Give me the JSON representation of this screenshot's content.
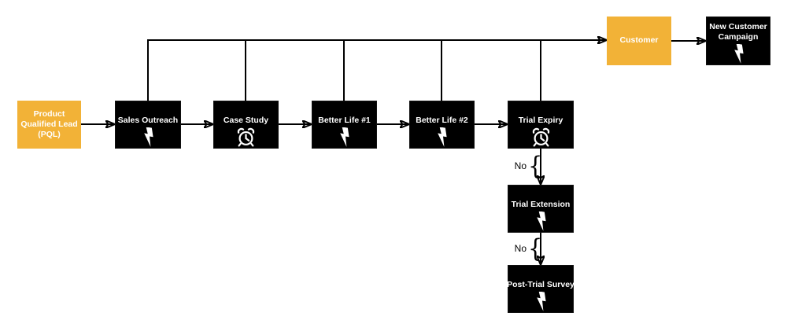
{
  "diagram": {
    "type": "flowchart",
    "background": "#ffffff",
    "colors": {
      "node_yellow": "#F2B237",
      "node_black": "#000000",
      "node_text": "#FFFFFF",
      "connector": "#000000",
      "edge_label_text": "#000000"
    },
    "nodes": [
      {
        "id": "product-qualified-lead",
        "label": "Product Qualified Lead (PQL)",
        "shape": "rectangle",
        "fill": "yellow",
        "icon": "none"
      },
      {
        "id": "sales-outreach",
        "label": "Sales Outreach",
        "shape": "rectangle",
        "fill": "black",
        "icon": "lightning"
      },
      {
        "id": "case-study",
        "label": "Case Study",
        "shape": "rectangle",
        "fill": "black",
        "icon": "alarm-clock"
      },
      {
        "id": "better-life-1",
        "label": "Better Life #1",
        "shape": "rectangle",
        "fill": "black",
        "icon": "lightning"
      },
      {
        "id": "better-life-2",
        "label": "Better Life #2",
        "shape": "rectangle",
        "fill": "black",
        "icon": "lightning"
      },
      {
        "id": "trial-expiry",
        "label": "Trial Expiry",
        "shape": "rectangle",
        "fill": "black",
        "icon": "alarm-clock"
      },
      {
        "id": "customer",
        "label": "Customer",
        "shape": "rectangle",
        "fill": "yellow",
        "icon": "none"
      },
      {
        "id": "new-customer-campaign",
        "label": "New Customer Campaign",
        "shape": "rectangle",
        "fill": "black",
        "icon": "lightning"
      },
      {
        "id": "trial-extension",
        "label": "Trial Extension",
        "shape": "rectangle",
        "fill": "black",
        "icon": "lightning"
      },
      {
        "id": "post-trial-survey",
        "label": "Post-Trial Survey",
        "shape": "rectangle",
        "fill": "black",
        "icon": "lightning"
      }
    ],
    "edge_labels": [
      {
        "label": "No",
        "brace": "{"
      },
      {
        "label": "No",
        "brace": "{"
      }
    ]
  }
}
